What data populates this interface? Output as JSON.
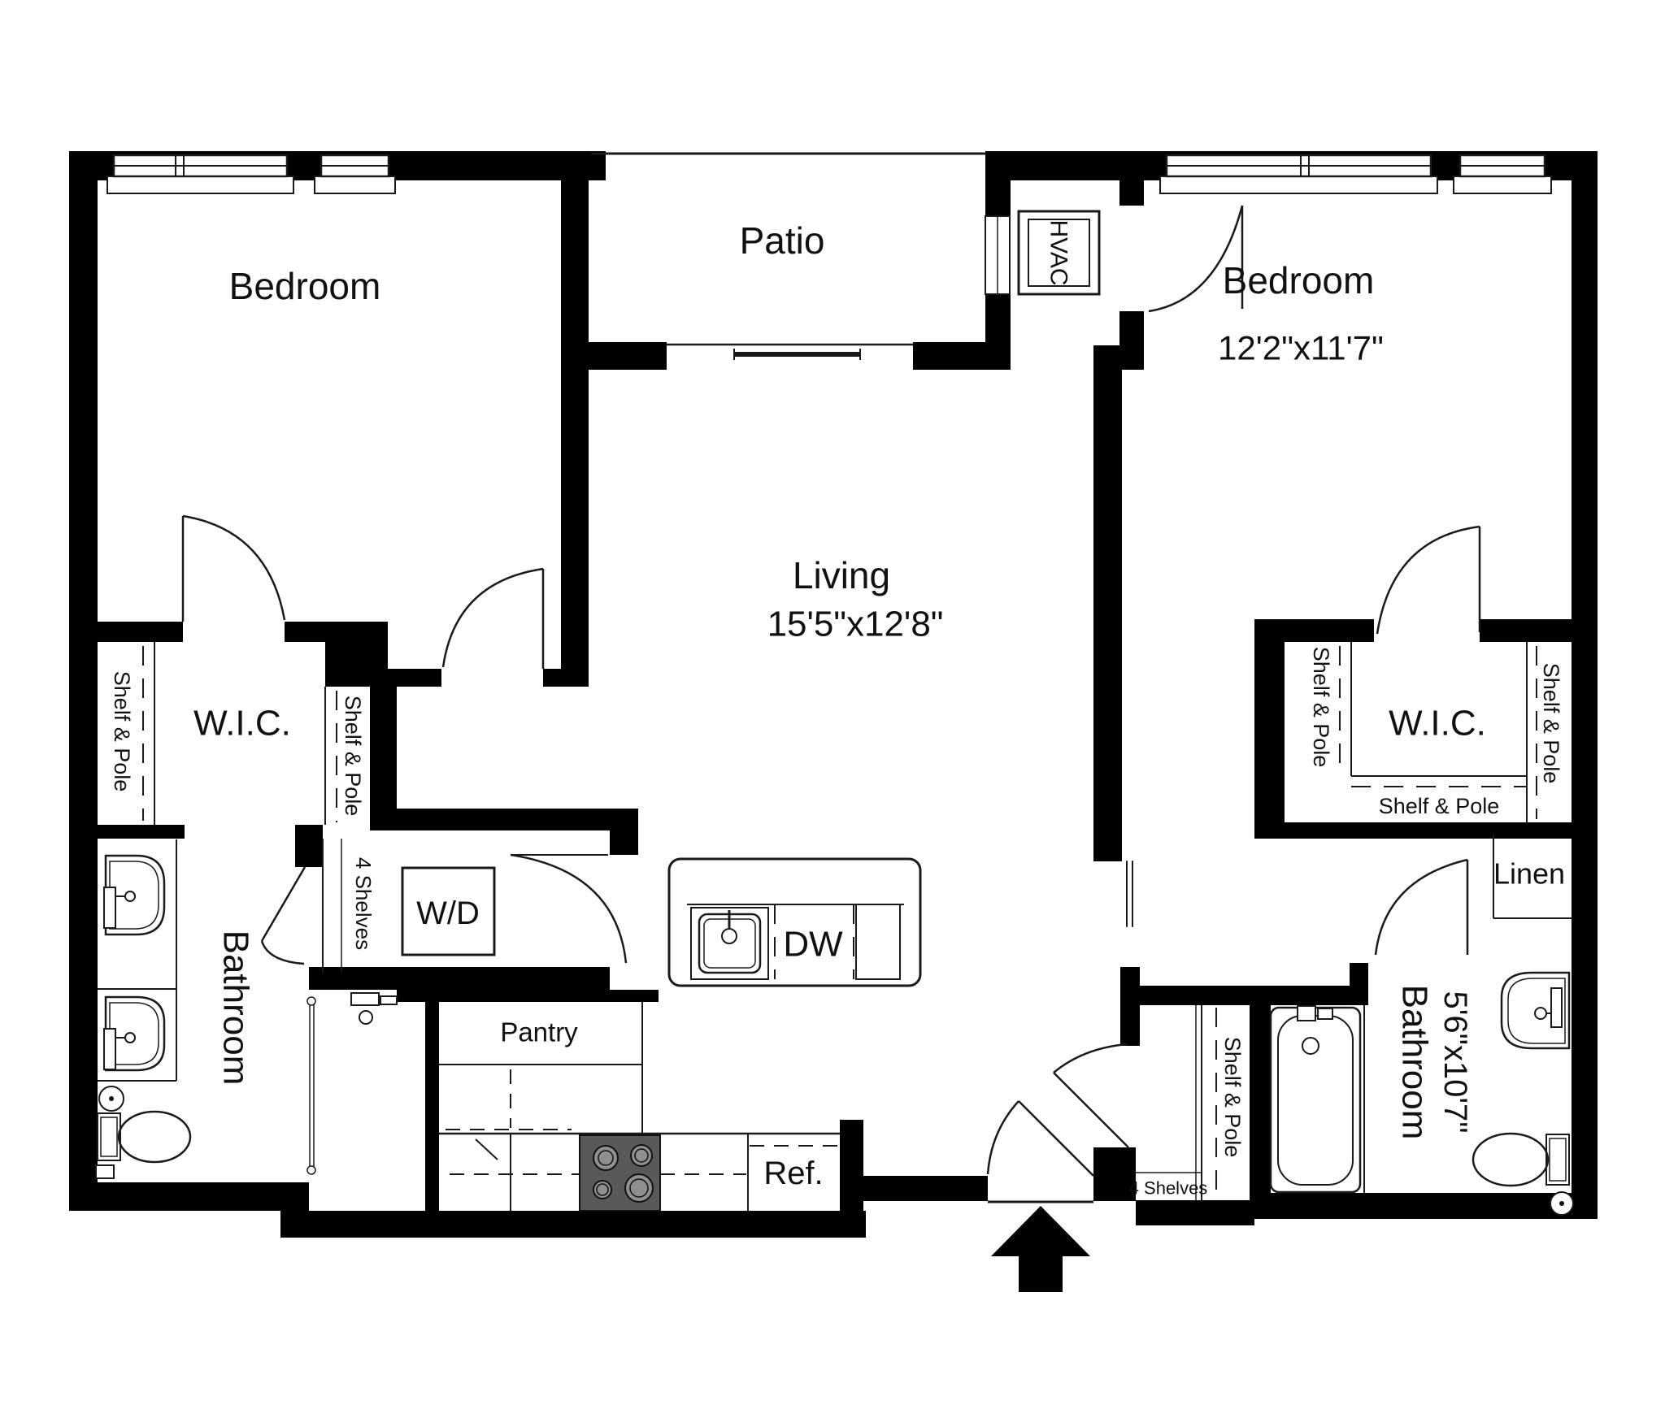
{
  "plan": {
    "rooms": {
      "bedroom_left": {
        "label": "Bedroom"
      },
      "bedroom_right": {
        "label": "Bedroom",
        "dimensions": "12'2\"x11'7\""
      },
      "living": {
        "label": "Living",
        "dimensions": "15'5\"x12'8\""
      },
      "patio": {
        "label": "Patio"
      },
      "wic_left": {
        "label": "W.I.C."
      },
      "wic_right": {
        "label": "W.I.C."
      },
      "bathroom_left": {
        "label": "Bathroom"
      },
      "bathroom_right": {
        "label": "Bathroom",
        "dimensions": "5'6\"x10'7\""
      },
      "pantry": {
        "label": "Pantry"
      },
      "linen": {
        "label": "Linen"
      },
      "hvac_closet": {
        "label": "HVAC"
      }
    },
    "fixtures": {
      "washer_dryer": "W/D",
      "dishwasher": "DW",
      "refrigerator": "Ref.",
      "shelf_pole": "Shelf & Pole",
      "four_shelves": "4 Shelves"
    },
    "colors": {
      "wall": "#000000",
      "background": "#ffffff",
      "stove": "#595959",
      "burner": "#8f8f8f",
      "text": "#111111"
    }
  }
}
